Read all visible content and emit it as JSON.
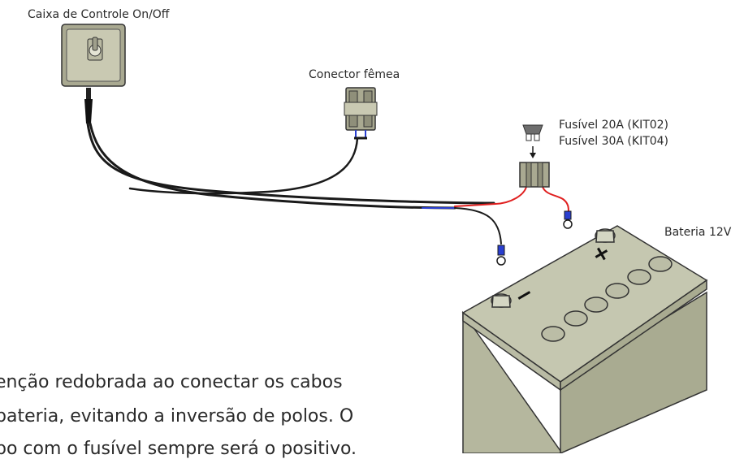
{
  "labels": {
    "control_box": "Caixa de Controle On/Off",
    "female_connector": "Conector fêmea",
    "fuse_20a": "Fusível 20A (KIT02)",
    "fuse_30a": "Fusível 30A (KIT04)",
    "battery": "Bateria 12V"
  },
  "battery_symbols": {
    "positive": "+",
    "negative": "−"
  },
  "warning_note": {
    "line1": "enção redobrada ao conectar os cabos",
    "line2": "bateria, evitando a inversão de polos. O",
    "line3": "po com o fusível sempre será o positivo."
  },
  "colors": {
    "housing": "#c9c9b2",
    "housing_dark": "#a9a991",
    "wire_black": "#1a1a1a",
    "wire_red": "#e02020",
    "wire_blue": "#2a3fd0",
    "battery_top": "#c5c7b0",
    "battery_side": "#b5b79e",
    "text": "#2a2a2a"
  },
  "icons": [
    "toggle-switch-icon",
    "fuse-icon",
    "arrow-down-icon",
    "ring-terminal-icon"
  ]
}
